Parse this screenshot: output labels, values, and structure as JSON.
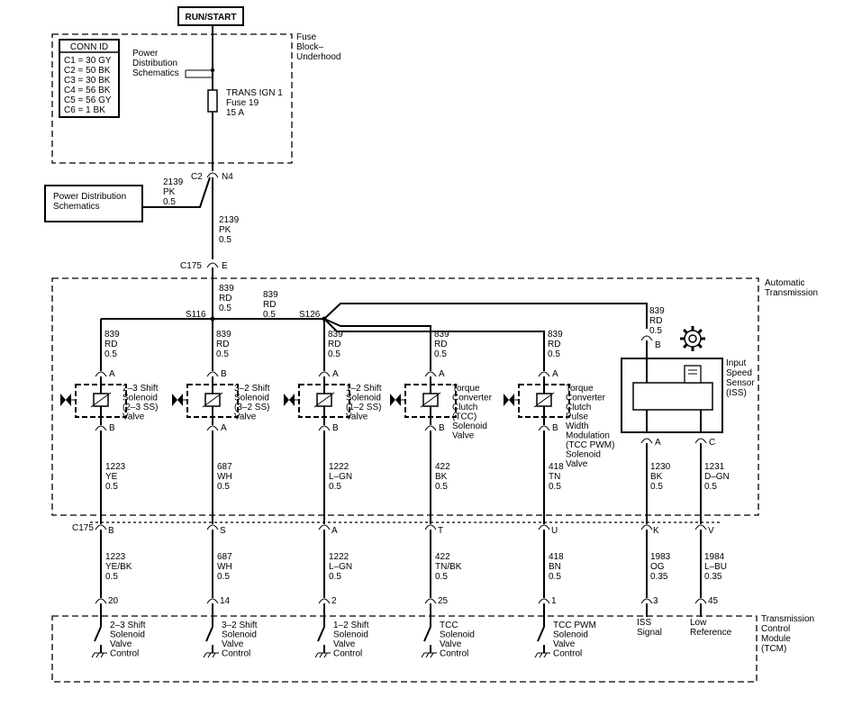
{
  "power_source": "RUN/START",
  "fuse_block": {
    "label": [
      "Fuse",
      "Block–",
      "Underhood"
    ],
    "conn_title": "CONN ID",
    "conn_rows": [
      "C1 = 30 GY",
      "C2 = 50 BK",
      "C3 = 30 BK",
      "C4 = 56 BK",
      "C5 = 56 GY",
      "C6 = 1 BK"
    ],
    "pds_note": [
      "Power",
      "Distribution",
      "Schematics"
    ],
    "fuse_label": [
      "TRANS IGN 1",
      "Fuse 19",
      "15 A"
    ]
  },
  "top_connector": {
    "conn": "C2",
    "pin": "N4"
  },
  "pds_box": [
    "Power Distribution",
    "Schematics"
  ],
  "wire_2139_left": [
    "2139",
    "PK",
    "0.5"
  ],
  "wire_2139": [
    "2139",
    "PK",
    "0.5"
  ],
  "c175_top": {
    "conn": "C175",
    "pin": "E"
  },
  "transmission_label": [
    "Automatic",
    "Transmission"
  ],
  "wire_839_main": [
    "839",
    "RD",
    "0.5"
  ],
  "wire_839_mid": [
    "839",
    "RD",
    "0.5"
  ],
  "splice_left": "S116",
  "splice_right": "S126",
  "wire_839_branch": [
    "839",
    "RD",
    "0.5"
  ],
  "c175_bottom": "C175",
  "tcm_label": [
    "Transmission",
    "Control",
    "Module",
    "(TCM)"
  ],
  "columns": [
    {
      "top_pin": "A",
      "bottom_pin": "B",
      "name": [
        "2–3 Shift",
        "Solenoid",
        "(2–3 SS)",
        "Valve"
      ],
      "wire_in": [
        "1223",
        "YE",
        "0.5"
      ],
      "c175_pin": "B",
      "wire_out": [
        "1223",
        "YE/BK",
        "0.5"
      ],
      "tcm_pin": "20",
      "tcm_label": [
        "2–3 Shift",
        "Solenoid",
        "Valve",
        "Control"
      ]
    },
    {
      "top_pin": "B",
      "bottom_pin": "A",
      "name": [
        "3–2 Shift",
        "Solenoid",
        "(3–2 SS)",
        "Valve"
      ],
      "wire_in": [
        "687",
        "WH",
        "0.5"
      ],
      "c175_pin": "S",
      "wire_out": [
        "687",
        "WH",
        "0.5"
      ],
      "tcm_pin": "14",
      "tcm_label": [
        "3–2 Shift",
        "Solenoid",
        "Valve",
        "Control"
      ]
    },
    {
      "top_pin": "A",
      "bottom_pin": "B",
      "name": [
        "1–2 Shift",
        "Solenoid",
        "(1–2 SS)",
        "Valve"
      ],
      "wire_in": [
        "1222",
        "L–GN",
        "0.5"
      ],
      "c175_pin": "A",
      "wire_out": [
        "1222",
        "L–GN",
        "0.5"
      ],
      "tcm_pin": "2",
      "tcm_label": [
        "1–2 Shift",
        "Solenoid",
        "Valve",
        "Control"
      ]
    },
    {
      "top_pin": "A",
      "bottom_pin": "B",
      "name": [
        "Torque",
        "Converter",
        "Clutch",
        "(TCC)",
        "Solenoid",
        "Valve"
      ],
      "wire_in": [
        "422",
        "BK",
        "0.5"
      ],
      "c175_pin": "T",
      "wire_out": [
        "422",
        "TN/BK",
        "0.5"
      ],
      "tcm_pin": "25",
      "tcm_label": [
        "TCC",
        "Solenoid",
        "Valve",
        "Control"
      ]
    },
    {
      "top_pin": "A",
      "bottom_pin": "B",
      "name": [
        "Torque",
        "Converter",
        "Clutch",
        "Pulse",
        "Width",
        "Modulation",
        "(TCC PWM)",
        "Solenoid",
        "Valve"
      ],
      "wire_in": [
        "418",
        "TN",
        "0.5"
      ],
      "c175_pin": "U",
      "wire_out": [
        "418",
        "BN",
        "0.5"
      ],
      "tcm_pin": "1",
      "tcm_label": [
        "TCC PWM",
        "Solenoid",
        "Valve",
        "Control"
      ]
    }
  ],
  "iss": {
    "top_pin": "B",
    "name": [
      "Input",
      "Speed",
      "Sensor",
      "(ISS)"
    ],
    "pin_a": "A",
    "pin_c": "C",
    "wire_a": [
      "1230",
      "BK",
      "0.5"
    ],
    "wire_c": [
      "1231",
      "D–GN",
      "0.5"
    ],
    "c175_a": "K",
    "c175_c": "V",
    "wire_a_out": [
      "1983",
      "OG",
      "0.35"
    ],
    "wire_c_out": [
      "1984",
      "L–BU",
      "0.35"
    ],
    "tcm_pin_a": "3",
    "tcm_pin_c": "45",
    "tcm_label_a": [
      "ISS",
      "Signal"
    ],
    "tcm_label_c": [
      "Low",
      "Reference"
    ]
  }
}
